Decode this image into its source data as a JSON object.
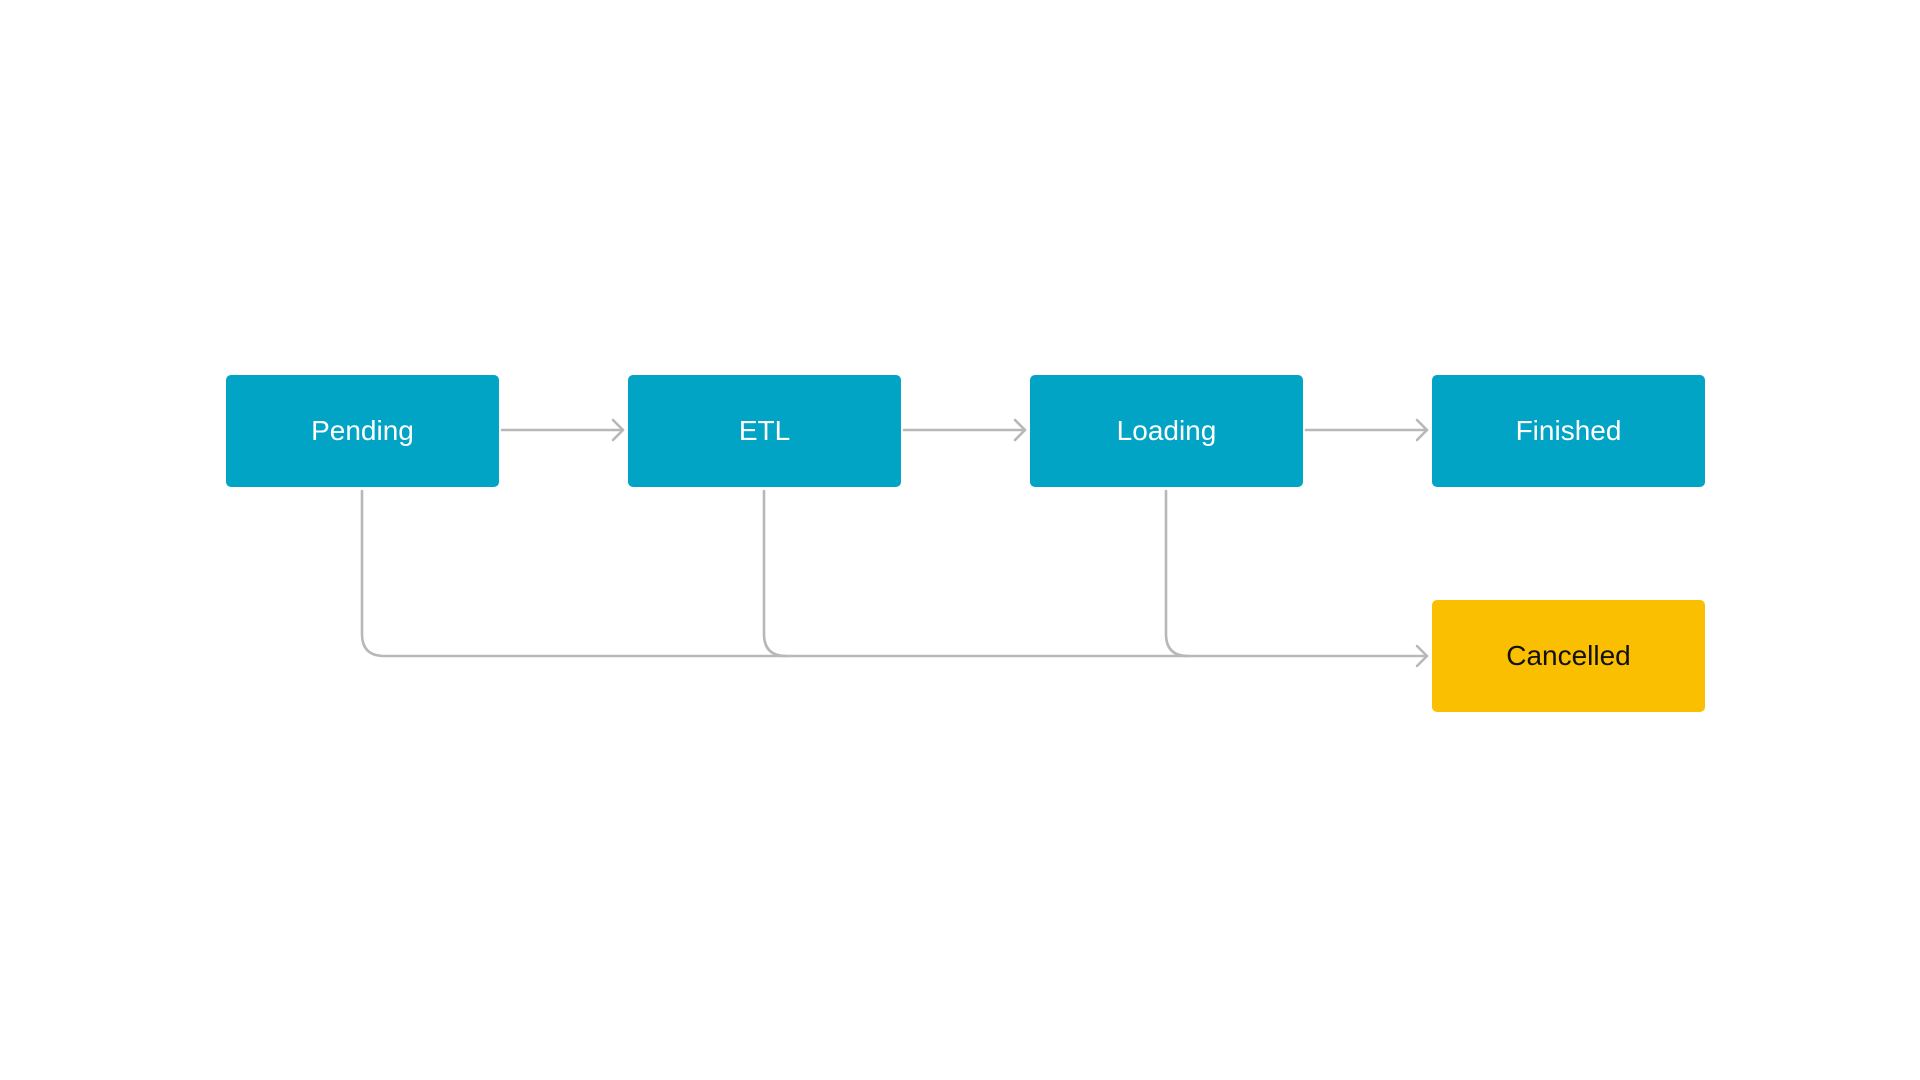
{
  "nodes": {
    "pending": {
      "label": "Pending"
    },
    "etl": {
      "label": "ETL"
    },
    "loading": {
      "label": "Loading"
    },
    "finished": {
      "label": "Finished"
    },
    "cancelled": {
      "label": "Cancelled"
    }
  },
  "edges": [
    {
      "from": "Pending",
      "to": "ETL"
    },
    {
      "from": "ETL",
      "to": "Loading"
    },
    {
      "from": "Loading",
      "to": "Finished"
    },
    {
      "from": "Pending",
      "to": "Cancelled"
    },
    {
      "from": "ETL",
      "to": "Cancelled"
    },
    {
      "from": "Loading",
      "to": "Cancelled"
    }
  ],
  "colors": {
    "active_state": "#01a4c4",
    "cancelled_state": "#f9bf00",
    "connector": "#b8b8b8",
    "background": "#ffffff"
  }
}
